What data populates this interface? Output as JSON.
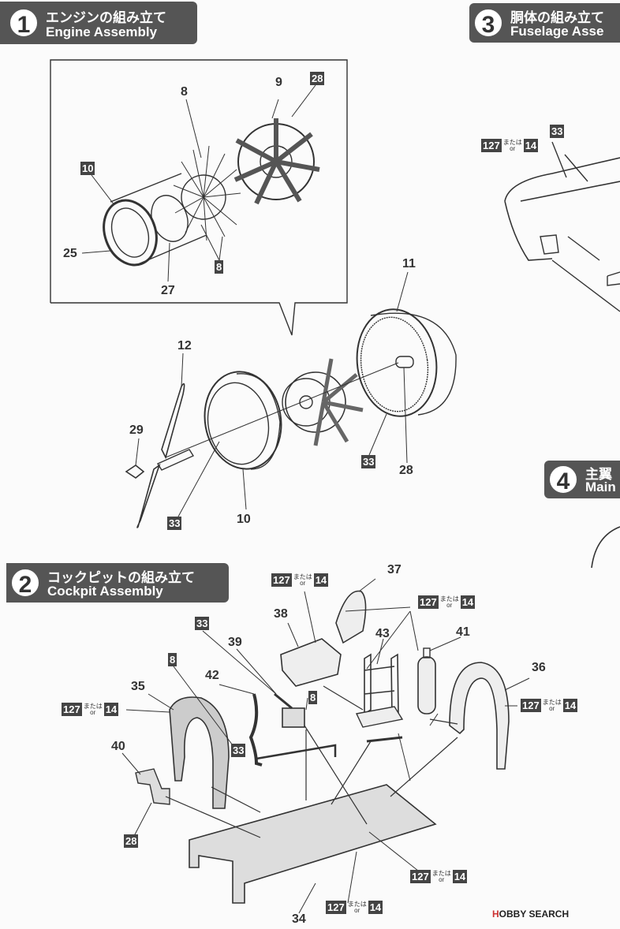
{
  "steps": [
    {
      "num": "1",
      "jp": "エンジンの組み立て",
      "en": "Engine Assembly"
    },
    {
      "num": "2",
      "jp": "コックピットの組み立て",
      "en": "Cockpit Assembly"
    },
    {
      "num": "3",
      "jp": "胴体の組み立て",
      "en": "Fuselage Asse"
    },
    {
      "num": "4",
      "jp": "主翼",
      "en": "Main"
    }
  ],
  "alt": {
    "jp": "または",
    "en": "or"
  },
  "labels": {
    "n8": "8",
    "n9": "9",
    "n28": "28",
    "n10": "10",
    "n25": "25",
    "n27": "27",
    "n11": "11",
    "n12": "12",
    "n29": "29",
    "n33": "33",
    "n37": "37",
    "n38": "38",
    "n41": "41",
    "n43": "43",
    "n36": "36",
    "n35": "35",
    "n39": "39",
    "n42": "42",
    "n40": "40",
    "n34": "34",
    "n127": "127",
    "n14": "14"
  },
  "brand": {
    "a": "H",
    "b": "OBBY",
    "c": "SEARCH"
  }
}
